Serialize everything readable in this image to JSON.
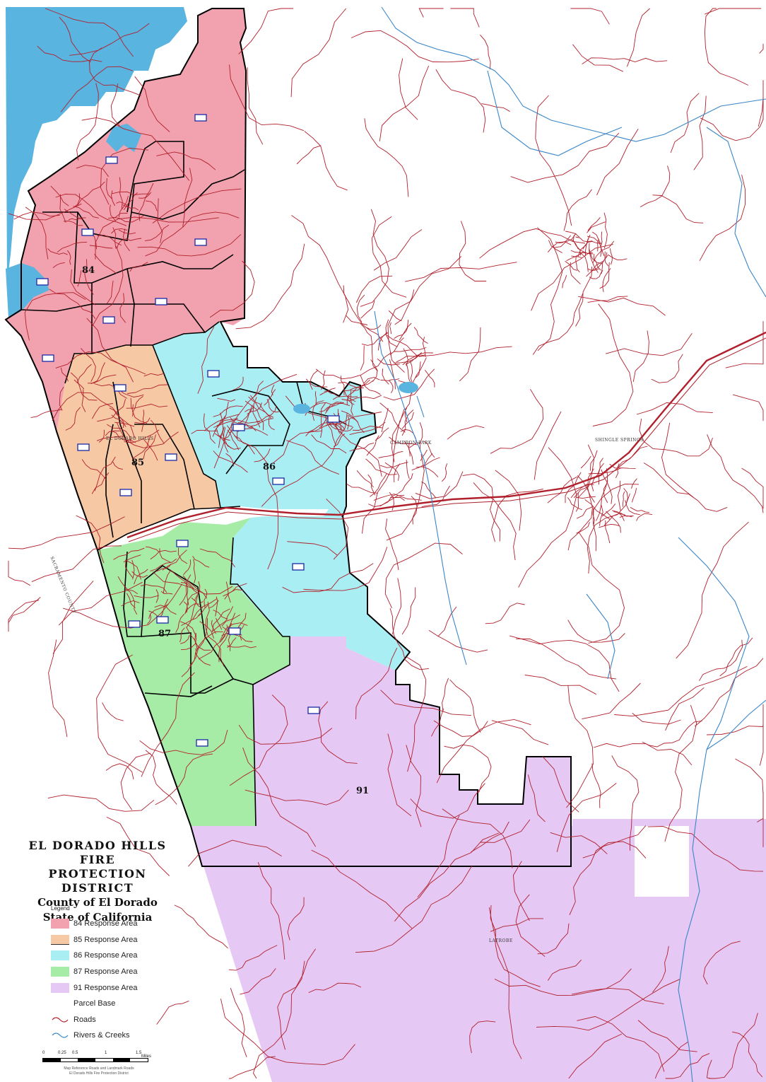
{
  "title": {
    "line1": "EL DORADO HILLS FIRE",
    "line2": "PROTECTION DISTRICT",
    "line3": "County of El Dorado",
    "line4": "State of California"
  },
  "response_areas": [
    {
      "id": "84",
      "label": "84",
      "color": "#f2a2ae"
    },
    {
      "id": "85",
      "label": "85",
      "color": "#f6c8a4"
    },
    {
      "id": "86",
      "label": "86",
      "color": "#a8eef2"
    },
    {
      "id": "87",
      "label": "87",
      "color": "#a6eca6"
    },
    {
      "id": "91",
      "label": "91",
      "color": "#e6c8f5"
    }
  ],
  "place_labels": {
    "el_dorado_hills": "EL DORADO HILLS",
    "cameron_park": "CAMERON PARK",
    "shingle_springs": "SHINGLE SPRINGS",
    "latrobe": "LATROBE",
    "sacramento_county": "SACRAMENTO COUNTY"
  },
  "legend": {
    "title": "Legend",
    "items": [
      {
        "label": "84 Response Area",
        "color": "#f2a2ae",
        "kind": "fill"
      },
      {
        "label": "85 Response Area",
        "color": "#f6c8a4",
        "kind": "fill"
      },
      {
        "label": "86 Response Area",
        "color": "#a8eef2",
        "kind": "fill"
      },
      {
        "label": "87 Response Area",
        "color": "#a6eca6",
        "kind": "fill"
      },
      {
        "label": "91 Response Area",
        "color": "#e6c8f5",
        "kind": "fill"
      },
      {
        "label": "Parcel Base",
        "color": "#ffffff",
        "kind": "none"
      },
      {
        "label": "Roads",
        "color": "#b0202c",
        "kind": "line"
      },
      {
        "label": "Rivers & Creeks",
        "color": "#3a86c8",
        "kind": "line"
      }
    ]
  },
  "scale": {
    "ticks": [
      "0",
      "0.25",
      "0.5",
      "1",
      "1.5"
    ],
    "unit": "Miles"
  },
  "credit": {
    "line1": "Map Reference Roads and Landmark Roads",
    "line2": "El Dorado Hills Fire Protection District"
  },
  "colors": {
    "water": "#5ab4e0",
    "roads": "#b0202c",
    "rivers": "#3a86c8",
    "boundary": "#000000",
    "station_box": "#1a2aa8"
  }
}
